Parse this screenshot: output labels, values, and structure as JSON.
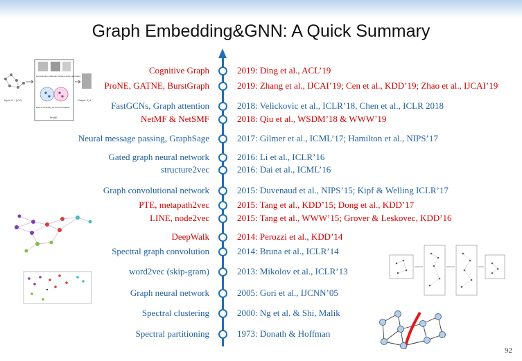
{
  "title": "Graph Embedding&GNN: A Quick Summary",
  "colors": {
    "accent": "#1f6fb8",
    "red": "#d40000",
    "blue": "#1f5f9e"
  },
  "entries": [
    {
      "left": "Cognitive Graph",
      "right": "2019: Ding et al., ACL’19",
      "color": "red"
    },
    {
      "left": "ProNE, GATNE, BurstGraph",
      "right": "2019: Zhang et al., IJCAI’19; Cen et al., KDD’19; Zhao et al., IJCAI’19",
      "color": "red"
    },
    {
      "left": "FastGCNs, Graph attention",
      "right": "2018: Velickovic et al., ICLR’18, Chen et al., ICLR 2018",
      "color": "blue"
    },
    {
      "left": "NetMF & NetSMF",
      "right": "2018: Qiu et al., WSDM’18 & WWW’19",
      "color": "red"
    },
    {
      "left": "Neural message passing, GraphSage",
      "right": "2017: Gilmer et al., ICML’17; Hamilton et al., NIPS’17",
      "color": "blue"
    },
    {
      "left": "Gated graph neural network",
      "right": "2016: Li et al., ICLR’16",
      "color": "blue"
    },
    {
      "left": "structure2vec",
      "right": "2016: Dai et al., ICML’16",
      "color": "blue"
    },
    {
      "left": "Graph convolutional network",
      "right": "2015: Duvenaud et al., NIPS’15; Kipf & Welling ICLR’17",
      "color": "blue"
    },
    {
      "left": "PTE, metapath2vec",
      "right": "2015: Tang et al., KDD’15; Dong et al., KDD’17",
      "color": "red"
    },
    {
      "left": "LINE, node2vec",
      "right": "2015: Tang et al., WWW’15; Grover & Leskovec, KDD’16",
      "color": "red"
    },
    {
      "left": "DeepWalk",
      "right": "2014: Perozzi et al., KDD’14",
      "color": "red"
    },
    {
      "left": "Spectral graph convolution",
      "right": "2014: Bruna et al., ICLR’14",
      "color": "blue"
    },
    {
      "left": "word2vec (skip-gram)",
      "right": "2013: Mikolov et al., ICLR’13",
      "color": "blue"
    },
    {
      "left": "Graph neural network",
      "right": "2005: Gori et al., IJCNN’05",
      "color": "blue"
    },
    {
      "left": "Spectral clustering",
      "right": "2000: Ng et al. & Shi, Malik",
      "color": "blue"
    },
    {
      "left": "Spectral partitioning",
      "right": "1973: Donath & Hoffman",
      "color": "blue"
    }
  ],
  "prone_figure": {
    "box_top": "Fast Embedding Initialization via Sparse Matrix Factorization",
    "box_bottom": "Enhance Embedding via Spectral Propagation",
    "caption": "ProNE",
    "input_label": "Input: G = (V, E)",
    "output_label": "Output: X_d"
  },
  "page_number": "92"
}
